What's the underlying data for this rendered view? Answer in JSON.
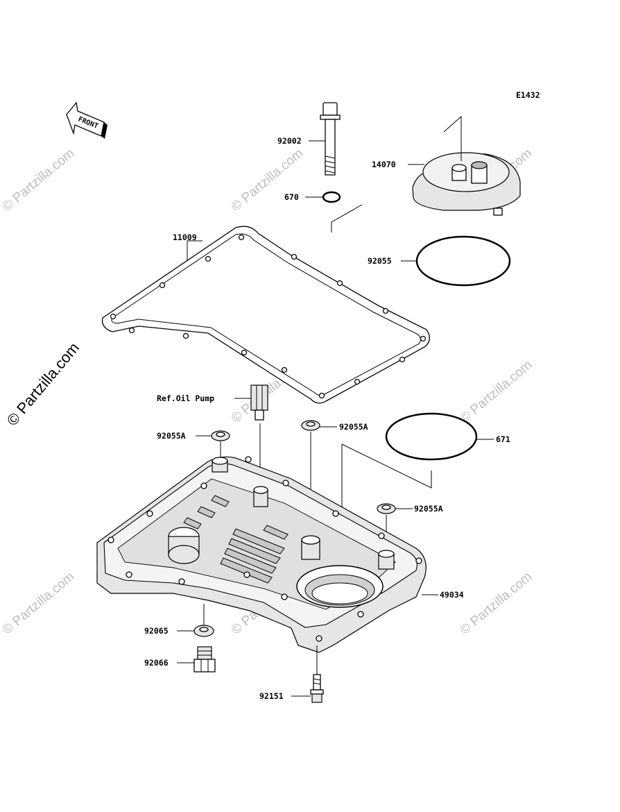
{
  "diagram_code": "E1432",
  "front_label": "FRONT",
  "watermark_text": "© Partzilla.com",
  "side_watermark_text": "© Partzilla.com",
  "parts": {
    "p92002": "92002",
    "p670": "670",
    "p14070": "14070",
    "p11009": "11009",
    "p92055": "92055",
    "ref_oil_pump": "Ref.Oil Pump",
    "p92055A_left": "92055A",
    "p92055A_mid": "92055A",
    "p92055A_right": "92055A",
    "p671": "671",
    "p49034": "49034",
    "p92065": "92065",
    "p92066": "92066",
    "p92151": "92151"
  }
}
